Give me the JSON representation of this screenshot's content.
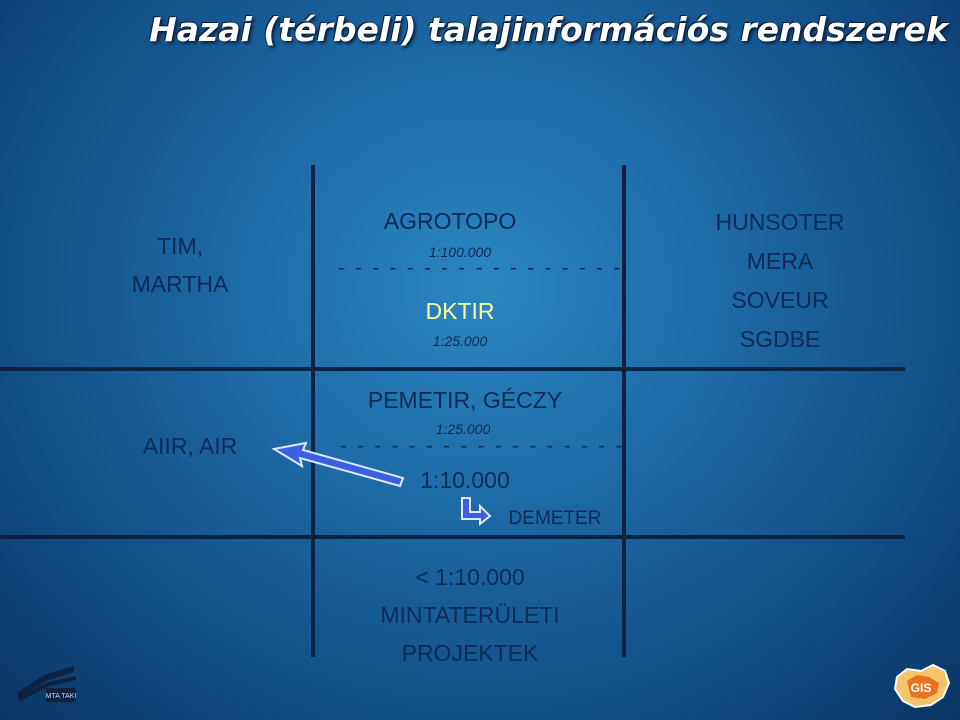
{
  "title": "Hazai (térbeli) talajinformációs rendszerek",
  "cells": {
    "left_top": [
      "TIM,",
      "MARTHA"
    ],
    "left_mid": "AIIR, AIR",
    "center_top": {
      "name1": "AGROTOPO",
      "scale1": "1:100.000",
      "dashes": "- - - - - - - - - - - - - - - - -",
      "name2": "DKTIR",
      "scale2": "1:25.000"
    },
    "right_top": [
      "HUNSOTER",
      "MERA",
      "SOVEUR",
      "SGDBE"
    ],
    "center_mid": {
      "name1": "PEMETIR, GÉCZY",
      "scale1": "1:25.000",
      "dashes": "- - - - - - - - - - - - - - - - -",
      "scale2": "1:10.000",
      "name2": "DEMETER"
    },
    "center_bottom": [
      "< 1:10.000",
      "MINTATERÜLETI",
      "PROJEKTEK"
    ]
  },
  "logos": {
    "left_text": "MTA TAKI",
    "right_text": "GIS"
  },
  "colors": {
    "background": "#1d6ba8",
    "grid_line": "#0d2140",
    "dktir": "#ffff9a",
    "arrow": "#3a5fe0"
  }
}
